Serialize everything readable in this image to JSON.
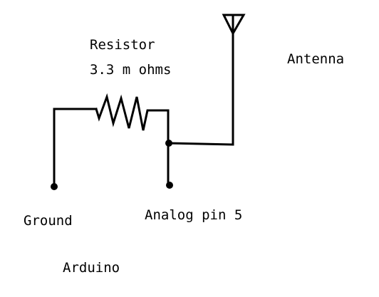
{
  "labels": {
    "resistor": "Resistor",
    "resistance": "3.3 m ohms",
    "antenna": "Antenna",
    "ground": "Ground",
    "analog_pin": "Analog pin 5",
    "arduino": "Arduino"
  },
  "colors": {
    "background": "#ffffff",
    "ink": "#000000"
  }
}
